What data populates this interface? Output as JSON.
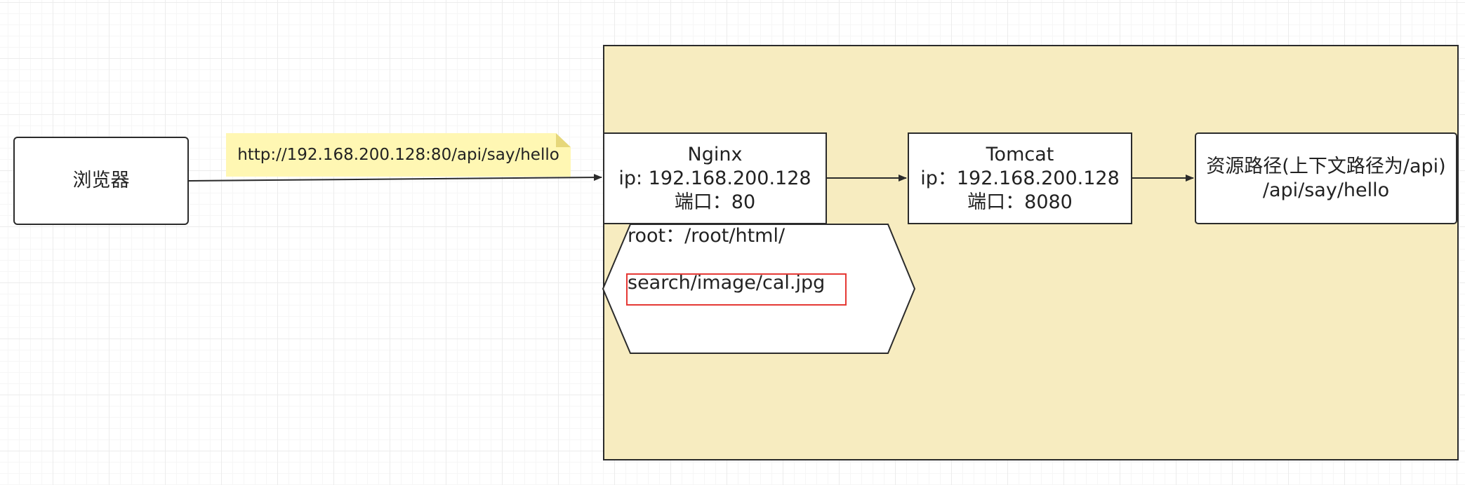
{
  "browser": {
    "label": "浏览器"
  },
  "note": {
    "text": "http://192.168.200.128:80/api/say/hello"
  },
  "nginx": {
    "title": "Nginx",
    "ip": "ip: 192.168.200.128",
    "port": "端口：80"
  },
  "tomcat": {
    "title": "Tomcat",
    "ip": "ip：192.168.200.128",
    "port": "端口：8080"
  },
  "resource": {
    "line1": "资源路径(上下文路径为/api)",
    "line2": "/api/say/hello"
  },
  "static": {
    "root": "root：/root/html/",
    "path": "search/image/cal.jpg"
  },
  "colors": {
    "container_fill": "#f7ecc0",
    "note_fill": "#fff7b3",
    "highlight": "#e53935",
    "stroke": "#2b2b2b"
  }
}
